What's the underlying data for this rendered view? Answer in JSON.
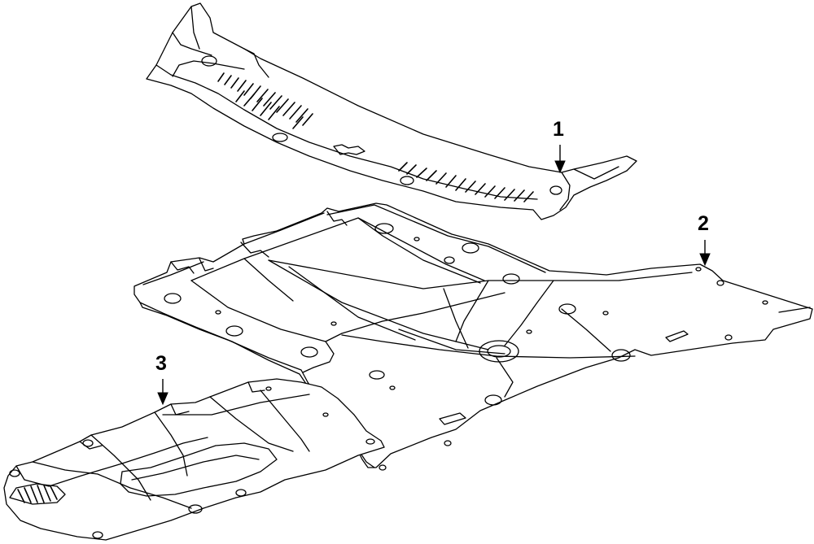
{
  "callouts": [
    {
      "id": "1",
      "label": "1",
      "part": "cowl-panel"
    },
    {
      "id": "2",
      "label": "2",
      "part": "splash-shield-rear"
    },
    {
      "id": "3",
      "label": "3",
      "part": "splash-shield-front"
    }
  ],
  "colors": {
    "line": "#000000",
    "background": "#ffffff"
  }
}
